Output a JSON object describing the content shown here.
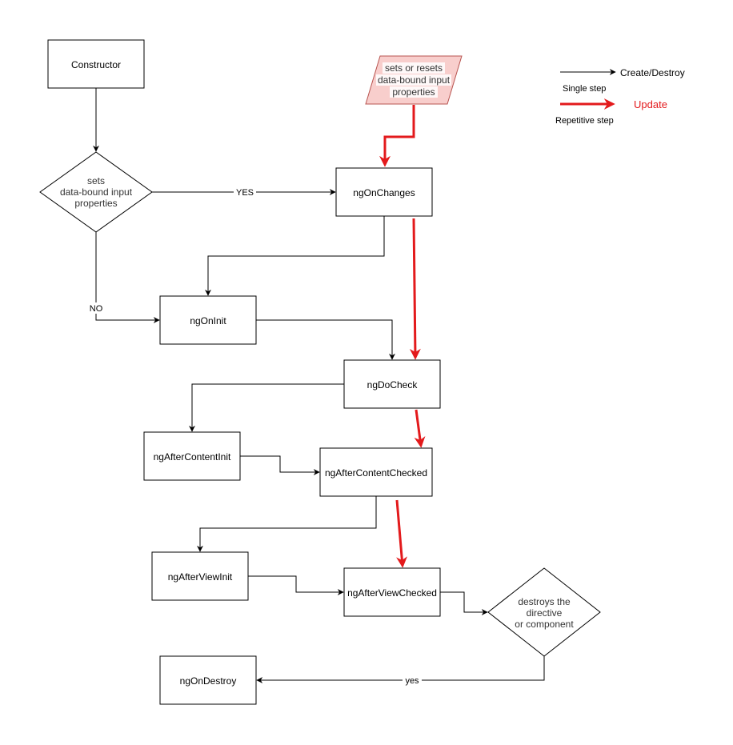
{
  "diagram": {
    "nodes": {
      "constructor": "Constructor",
      "sets_decision": [
        "sets",
        "data-bound input",
        "properties"
      ],
      "input_parallelogram": [
        "sets or resets",
        "data-bound input",
        "properties"
      ],
      "ngOnChanges": "ngOnChanges",
      "ngOnInit": "ngOnInit",
      "ngDoCheck": "ngDoCheck",
      "ngAfterContentInit": "ngAfterContentInit",
      "ngAfterContentChecked": "ngAfterContentChecked",
      "ngAfterViewInit": "ngAfterViewInit",
      "ngAfterViewChecked": "ngAfterViewChecked",
      "destroys_decision": [
        "destroys the",
        "directive",
        "or component"
      ],
      "ngOnDestroy": "ngOnDestroy"
    },
    "edge_labels": {
      "yes_upper": "YES",
      "no": "NO",
      "yes_lower": "yes"
    },
    "legend": {
      "create_destroy": "Create/Destroy",
      "single_step": "Single step",
      "update": "Update",
      "repetitive_step": "Repetitive step"
    },
    "colors": {
      "update_arrow": "#e31a1c",
      "parallelogram_fill": "#f8cecc",
      "parallelogram_stroke": "#b85450"
    }
  }
}
